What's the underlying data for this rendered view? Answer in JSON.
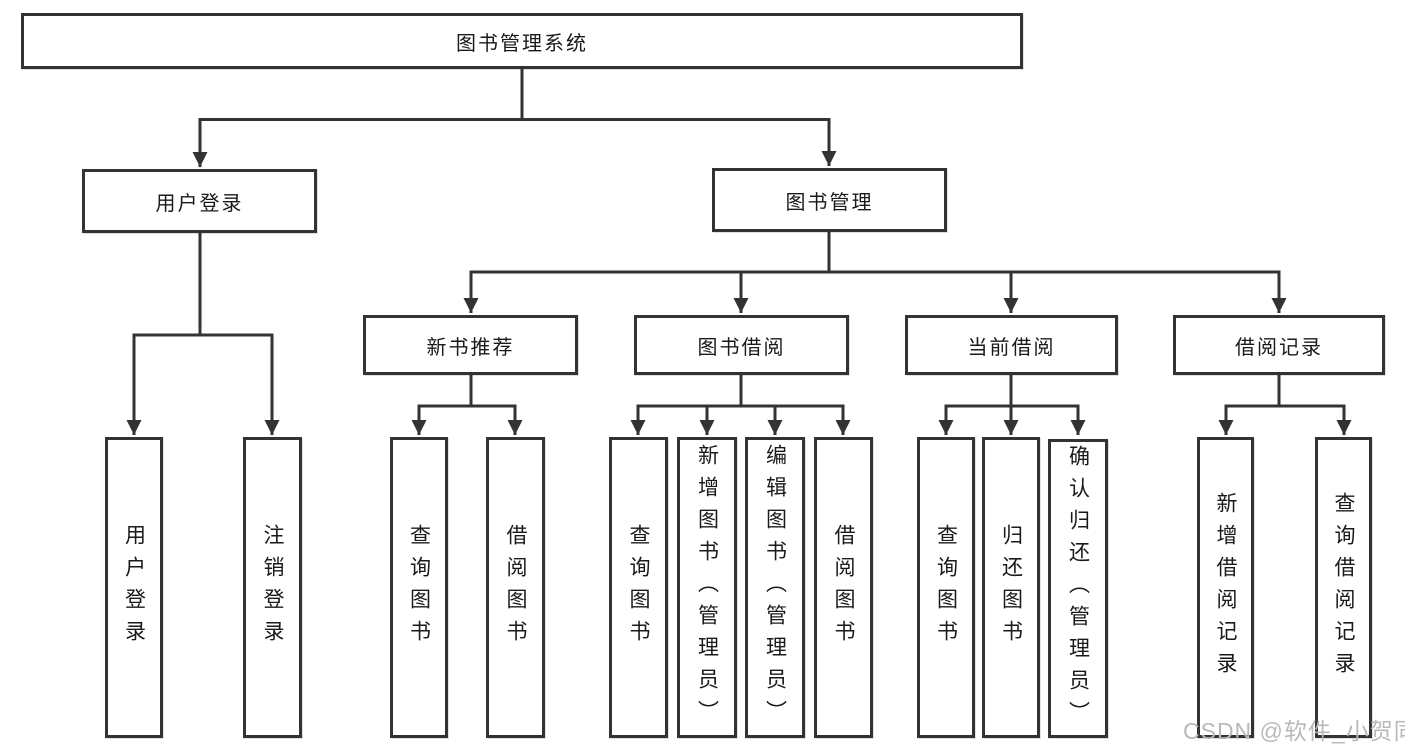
{
  "root": {
    "label": "图书管理系统"
  },
  "branches": [
    {
      "label": "用户登录",
      "children": [
        {
          "label": "用户登录"
        },
        {
          "label": "注销登录"
        }
      ]
    },
    {
      "label": "图书管理",
      "children": [
        {
          "label": "新书推荐",
          "children": [
            {
              "label": "查询图书"
            },
            {
              "label": "借阅图书"
            }
          ]
        },
        {
          "label": "图书借阅",
          "children": [
            {
              "label": "查询图书"
            },
            {
              "label": "新增图书（管理员）"
            },
            {
              "label": "编辑图书（管理员）"
            },
            {
              "label": "借阅图书"
            }
          ]
        },
        {
          "label": "当前借阅",
          "children": [
            {
              "label": "查询图书"
            },
            {
              "label": "归还图书"
            },
            {
              "label": "确认归还（管理员）"
            }
          ]
        },
        {
          "label": "借阅记录",
          "children": [
            {
              "label": "新增借阅记录"
            },
            {
              "label": "查询借阅记录"
            }
          ]
        }
      ]
    }
  ],
  "watermark": {
    "text": "CSDN @软件_小贺同学"
  },
  "colors": {
    "line": "#333333",
    "box_border": "#333333",
    "box_background": "#ffffff",
    "text": "#1a1a1a",
    "watermark": "#b9b9b9"
  }
}
